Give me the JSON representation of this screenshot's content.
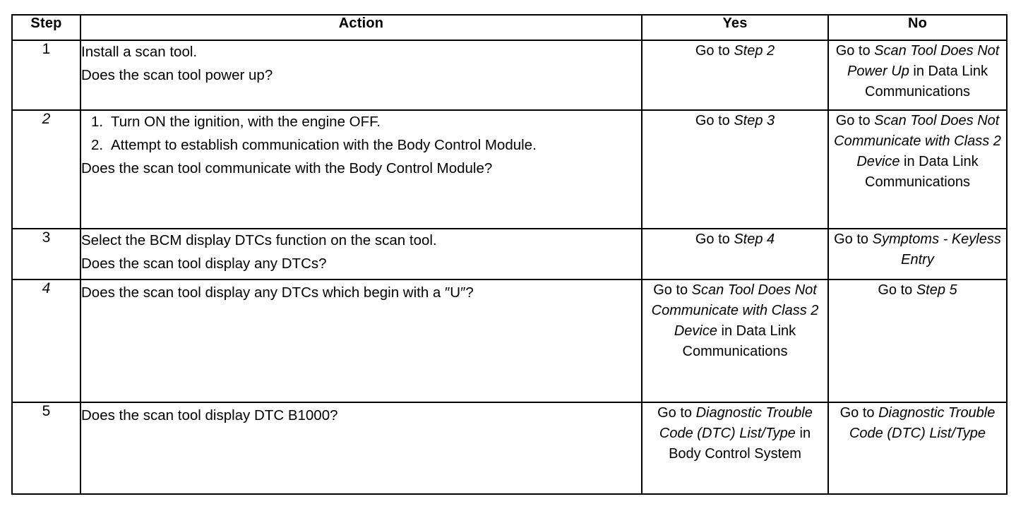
{
  "table": {
    "headers": {
      "step": "Step",
      "action": "Action",
      "yes": "Yes",
      "no": "No"
    },
    "rows": [
      {
        "step": "1",
        "step_italic": false,
        "action": {
          "lines": [
            "Install a scan tool."
          ],
          "list": [],
          "question": "Does the scan tool power up?"
        },
        "yes": {
          "prefix": "Go to ",
          "italic": "Step 2",
          "suffix": ""
        },
        "no": {
          "prefix": "Go to ",
          "italic": "Scan Tool Does Not Power Up",
          "suffix": " in Data Link Communications"
        }
      },
      {
        "step": "2",
        "step_italic": true,
        "action": {
          "lines": [],
          "list": [
            {
              "marker": "1.",
              "text": "Turn ON the ignition, with the engine OFF."
            },
            {
              "marker": "2.",
              "text": "Attempt to establish communication with the Body Control Module."
            }
          ],
          "question": "Does the scan tool communicate with the Body Control Module?"
        },
        "yes": {
          "prefix": "Go to ",
          "italic": "Step 3",
          "suffix": ""
        },
        "no": {
          "prefix": "Go to ",
          "italic": "Scan Tool Does Not Communicate with Class 2 Device",
          "suffix": " in Data Link Communications"
        }
      },
      {
        "step": "3",
        "step_italic": false,
        "action": {
          "lines": [
            "Select the BCM display DTCs function on the scan tool."
          ],
          "list": [],
          "question": "Does the scan tool display any DTCs?"
        },
        "yes": {
          "prefix": "Go to ",
          "italic": "Step 4",
          "suffix": ""
        },
        "no": {
          "prefix": "Go to ",
          "italic": "Symptoms - Keyless Entry",
          "suffix": ""
        }
      },
      {
        "step": "4",
        "step_italic": true,
        "action": {
          "lines": [],
          "list": [],
          "question": "Does the scan tool display any DTCs which begin with a ″U″?"
        },
        "yes": {
          "prefix": "Go to ",
          "italic": "Scan Tool Does Not Communicate with Class 2 Device",
          "suffix": " in Data Link Communications"
        },
        "no": {
          "prefix": "Go to ",
          "italic": "Step 5",
          "suffix": ""
        }
      },
      {
        "step": "5",
        "step_italic": false,
        "action": {
          "lines": [],
          "list": [],
          "question": "Does the scan tool display DTC B1000?"
        },
        "yes": {
          "prefix": "Go to ",
          "italic": "Diagnostic Trouble Code (DTC) List/Type",
          "suffix": " in Body Control System"
        },
        "no": {
          "prefix": "Go to ",
          "italic": "Diagnostic Trouble Code (DTC) List/Type",
          "suffix": ""
        }
      }
    ]
  }
}
